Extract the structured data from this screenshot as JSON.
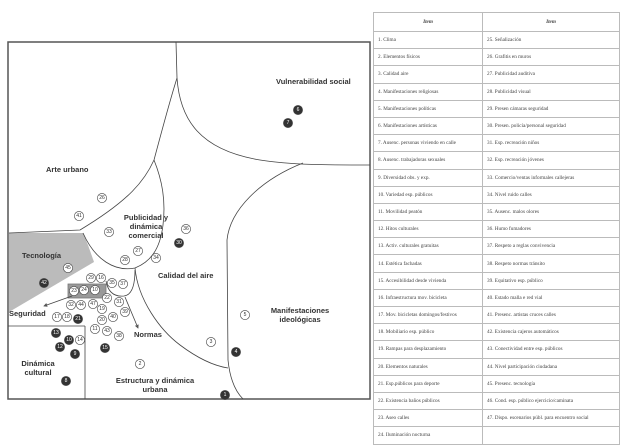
{
  "diagram": {
    "regions": {
      "vulnerabilidad": "Vulnerabilidad social",
      "arte": "Arte urbano",
      "publicidad": [
        "Publicidad y",
        "dinámica",
        "comercial"
      ],
      "tecnologia": "Tecnología",
      "calidad": "Calidad del aire",
      "manifestaciones": [
        "Manifestaciones",
        "ideológicas"
      ],
      "seguridad": "Seguridad",
      "normas": "Normas",
      "dinamica_cultural": [
        "Dinámica",
        "cultural"
      ],
      "estructura": [
        "Estructura y dinámica",
        "urbana"
      ]
    },
    "nodes": [
      {
        "n": "6",
        "dark": true
      },
      {
        "n": "7",
        "dark": true
      },
      {
        "n": "26",
        "dark": false
      },
      {
        "n": "41",
        "dark": false
      },
      {
        "n": "33",
        "dark": false
      },
      {
        "n": "36",
        "dark": false
      },
      {
        "n": "30",
        "dark": true
      },
      {
        "n": "27",
        "dark": false
      },
      {
        "n": "28",
        "dark": false
      },
      {
        "n": "34",
        "dark": false
      },
      {
        "n": "45",
        "dark": false
      },
      {
        "n": "42",
        "dark": true
      },
      {
        "n": "29",
        "dark": false
      },
      {
        "n": "16",
        "dark": false
      },
      {
        "n": "35",
        "dark": false
      },
      {
        "n": "37",
        "dark": false
      },
      {
        "n": "23",
        "dark": false
      },
      {
        "n": "24",
        "dark": false
      },
      {
        "n": "10",
        "dark": false
      },
      {
        "n": "32",
        "dark": false
      },
      {
        "n": "44",
        "dark": false
      },
      {
        "n": "47",
        "dark": false
      },
      {
        "n": "22",
        "dark": false
      },
      {
        "n": "31",
        "dark": false
      },
      {
        "n": "19",
        "dark": false
      },
      {
        "n": "39",
        "dark": false
      },
      {
        "n": "17",
        "dark": false
      },
      {
        "n": "18",
        "dark": false
      },
      {
        "n": "21",
        "dark": true
      },
      {
        "n": "20",
        "dark": false
      },
      {
        "n": "40",
        "dark": false
      },
      {
        "n": "11",
        "dark": false
      },
      {
        "n": "43",
        "dark": false
      },
      {
        "n": "38",
        "dark": false
      },
      {
        "n": "13",
        "dark": true
      },
      {
        "n": "10",
        "dark": true
      },
      {
        "n": "14",
        "dark": false
      },
      {
        "n": "12",
        "dark": true
      },
      {
        "n": "9",
        "dark": true
      },
      {
        "n": "8",
        "dark": true
      },
      {
        "n": "15",
        "dark": true
      },
      {
        "n": "2",
        "dark": false
      },
      {
        "n": "3",
        "dark": false
      },
      {
        "n": "4",
        "dark": true
      },
      {
        "n": "5",
        "dark": false
      },
      {
        "n": "1",
        "dark": true
      }
    ]
  },
  "table": {
    "headers": [
      "Item",
      "Item"
    ],
    "left": [
      "1. Clima",
      "2. Elementos físicos",
      "3. Calidad aire",
      "4. Manifestaciones religiosas",
      "5. Manifestaciones políticas",
      "6. Manifestaciones artísticas",
      "7. Ausenc. personas viviendo en calle",
      "8. Ausenc. trabajadoras sexuales",
      "9. Diversidad obs. y exp.",
      "10. Variedad esp. públicos",
      "11. Movilidad peatón",
      "12. Hitos culturales",
      "13. Activ. culturales gratuitas",
      "14. Estética fachadas",
      "15. Accesibilidad desde vivienda",
      "16. Infraestructura mov. bicicleta",
      "17. Mov. bicicletas domingos/festivos",
      "18. Mobiliario esp. público",
      "19. Rampas para desplazamiento",
      "20. Elementos naturales",
      "21. Esp.públicos para deporte",
      "22. Existencia baños públicos",
      "23. Aseo calles",
      "24. Iluminación nocturna"
    ],
    "right": [
      "25. Señalización",
      "26. Grafitis en muros",
      "27. Publicidad auditiva",
      "28. Publicidad visual",
      "29. Presen cámaras seguridad",
      "30. Presen. policía/personal seguridad",
      "31. Esp. recreación niños",
      "32. Esp. recreación jóvenes",
      "33. Comercio/ventas informales callejeras",
      "34. Nivel ruido calles",
      "35. Ausenc. malos olores",
      "36. Humo fumadores",
      "37. Respeto a reglas convivencia",
      "38. Respeto normas tránsito",
      "39. Equitativo esp. público",
      "40. Estado malla e red vial",
      "41. Presenc. artistas cruces calles",
      "42. Existencia cajeros automáticos",
      "43. Conectividad entre esp. públicos",
      "44. Nivel participación ciudadana",
      "45. Presenc. tecnología",
      "46. Cond. esp. público ejercicio/caminata",
      "47. Dispo. escenarios públ. para encuentro social",
      ""
    ]
  }
}
